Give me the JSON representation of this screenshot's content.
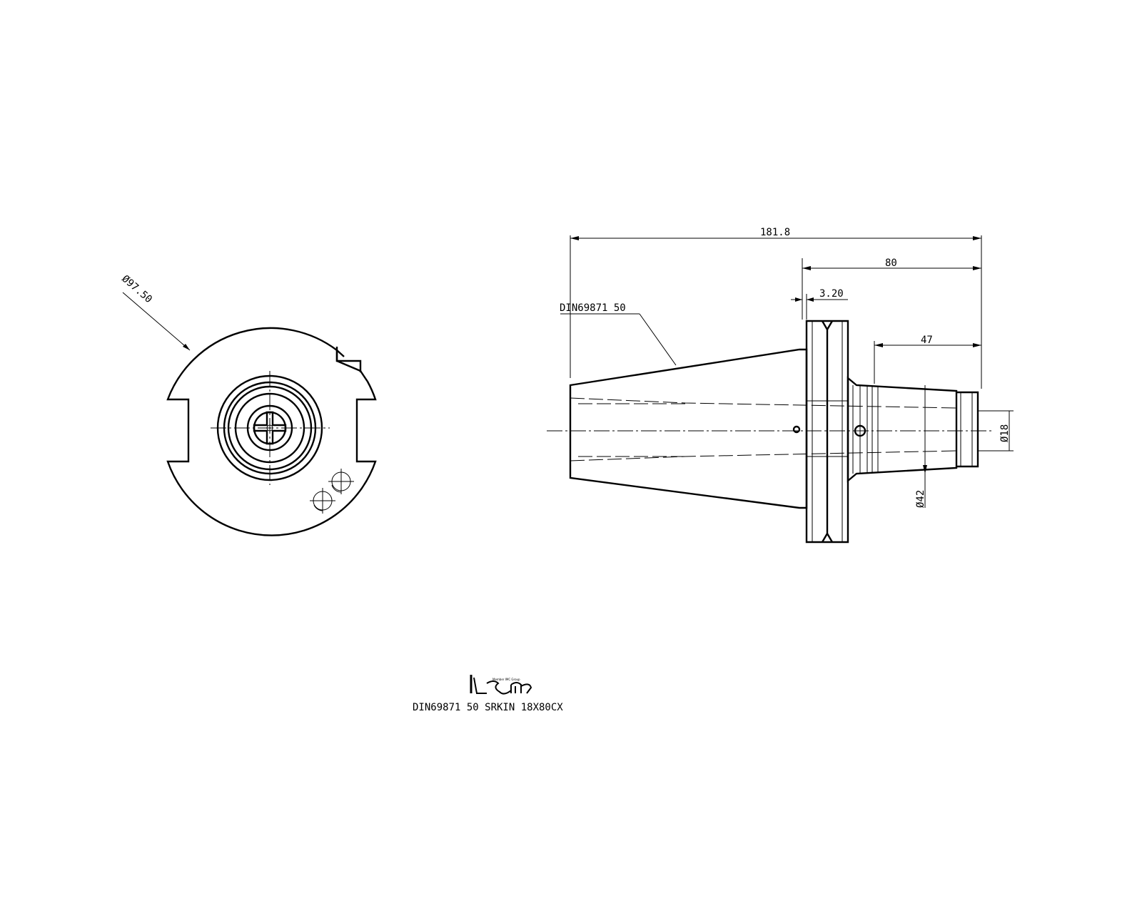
{
  "end_view": {
    "diameter_label": "Ø97.50"
  },
  "side_view": {
    "overall_length_label": "181.8",
    "projection_label": "80",
    "flange_offset_label": "3.20",
    "nose_length_label": "47",
    "taper_callout": "DIN69871 50",
    "bore_diameter_label": "Ø18",
    "nose_diameter_label": "Ø42"
  },
  "title_block": {
    "logo_tagline": "Member IMC Group",
    "part_name": "DIN69871 50 SRKIN 18X80CX"
  }
}
